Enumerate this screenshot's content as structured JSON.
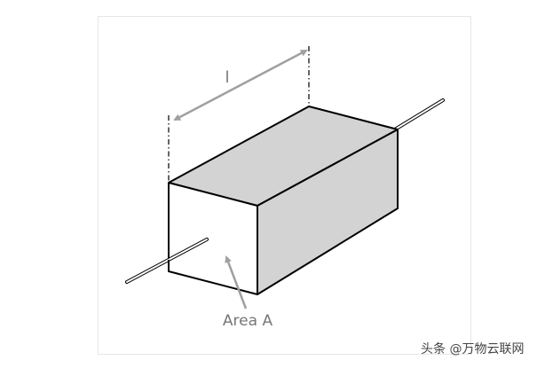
{
  "diagram": {
    "length_label": "l",
    "area_label": "Area A",
    "colors": {
      "shaded_face": "#d3d3d3",
      "edge": "#000000",
      "annotation": "#a0a0a0",
      "frame": "#e6e6e6"
    }
  },
  "watermark": "头条 @万物云联网"
}
